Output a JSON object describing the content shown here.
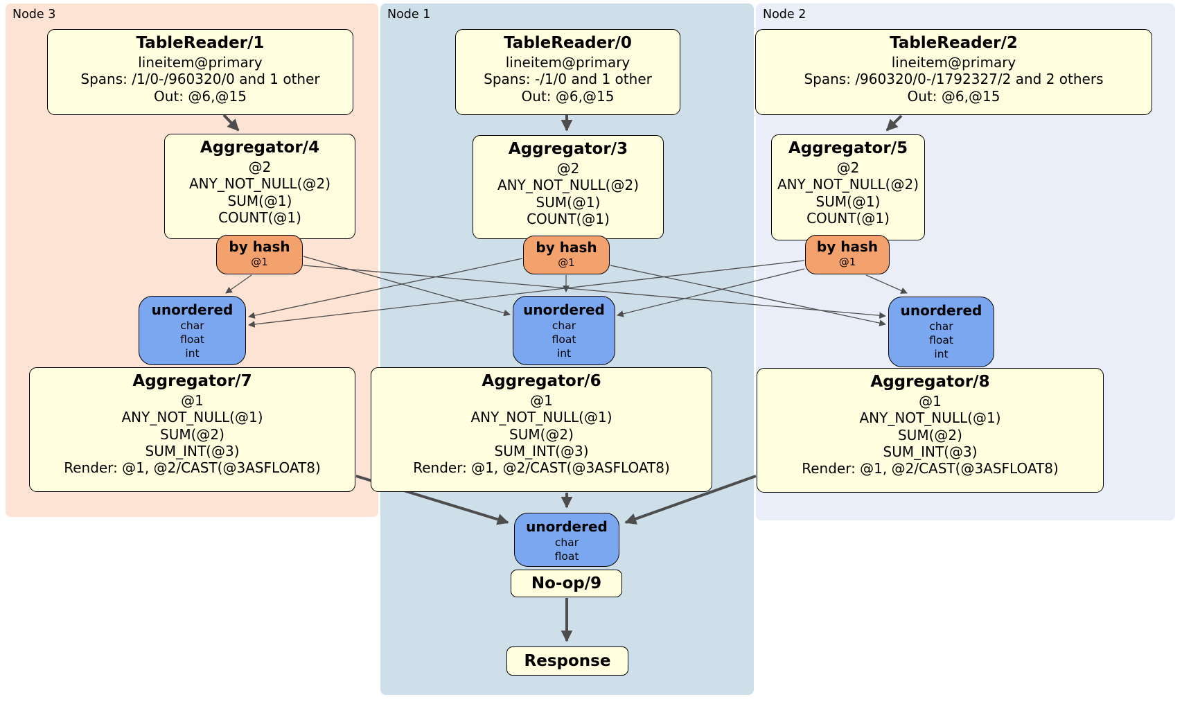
{
  "panels": {
    "node3": {
      "label": "Node 3"
    },
    "node1": {
      "label": "Node 1"
    },
    "node2": {
      "label": "Node 2"
    }
  },
  "colors": {
    "node3_bg": "#fce3d3",
    "node1_bg": "#cfdfe9",
    "node2_bg": "#e9eef8",
    "processor_bg": "#ffffdf",
    "router_bg": "#f4a26d",
    "stream_bg": "#7ba7f0",
    "edge": "#4d4d4d"
  },
  "processors": {
    "tablereader1": {
      "title": "TableReader/1",
      "lines": [
        "lineitem@primary",
        "Spans: /1/0-/960320/0 and 1 other",
        "Out: @6,@15"
      ]
    },
    "tablereader0": {
      "title": "TableReader/0",
      "lines": [
        "lineitem@primary",
        "Spans: -/1/0 and 1 other",
        "Out: @6,@15"
      ]
    },
    "tablereader2": {
      "title": "TableReader/2",
      "lines": [
        "lineitem@primary",
        "Spans: /960320/0-/1792327/2 and 2 others",
        "Out: @6,@15"
      ]
    },
    "aggregator4": {
      "title": "Aggregator/4",
      "lines": [
        "@2",
        "ANY_NOT_NULL(@2)",
        "SUM(@1)",
        "COUNT(@1)"
      ]
    },
    "aggregator3": {
      "title": "Aggregator/3",
      "lines": [
        "@2",
        "ANY_NOT_NULL(@2)",
        "SUM(@1)",
        "COUNT(@1)"
      ]
    },
    "aggregator5": {
      "title": "Aggregator/5",
      "lines": [
        "@2",
        "ANY_NOT_NULL(@2)",
        "SUM(@1)",
        "COUNT(@1)"
      ]
    },
    "aggregator7": {
      "title": "Aggregator/7",
      "lines": [
        "@1",
        "ANY_NOT_NULL(@1)",
        "SUM(@2)",
        "SUM_INT(@3)",
        "Render: @1, @2/CAST(@3ASFLOAT8)"
      ]
    },
    "aggregator6": {
      "title": "Aggregator/6",
      "lines": [
        "@1",
        "ANY_NOT_NULL(@1)",
        "SUM(@2)",
        "SUM_INT(@3)",
        "Render: @1, @2/CAST(@3ASFLOAT8)"
      ]
    },
    "aggregator8": {
      "title": "Aggregator/8",
      "lines": [
        "@1",
        "ANY_NOT_NULL(@1)",
        "SUM(@2)",
        "SUM_INT(@3)",
        "Render: @1, @2/CAST(@3ASFLOAT8)"
      ]
    },
    "noop9": {
      "title": "No-op/9"
    },
    "response": {
      "title": "Response"
    }
  },
  "routers": {
    "byhash4": {
      "title": "by hash",
      "key": "@1"
    },
    "byhash3": {
      "title": "by hash",
      "key": "@1"
    },
    "byhash5": {
      "title": "by hash",
      "key": "@1"
    }
  },
  "streams": {
    "unordered7": {
      "title": "unordered",
      "columns": [
        "char",
        "float",
        "int"
      ]
    },
    "unordered6": {
      "title": "unordered",
      "columns": [
        "char",
        "float",
        "int"
      ]
    },
    "unordered8": {
      "title": "unordered",
      "columns": [
        "char",
        "float",
        "int"
      ]
    },
    "unordered_final": {
      "title": "unordered",
      "columns": [
        "char",
        "float"
      ]
    }
  }
}
